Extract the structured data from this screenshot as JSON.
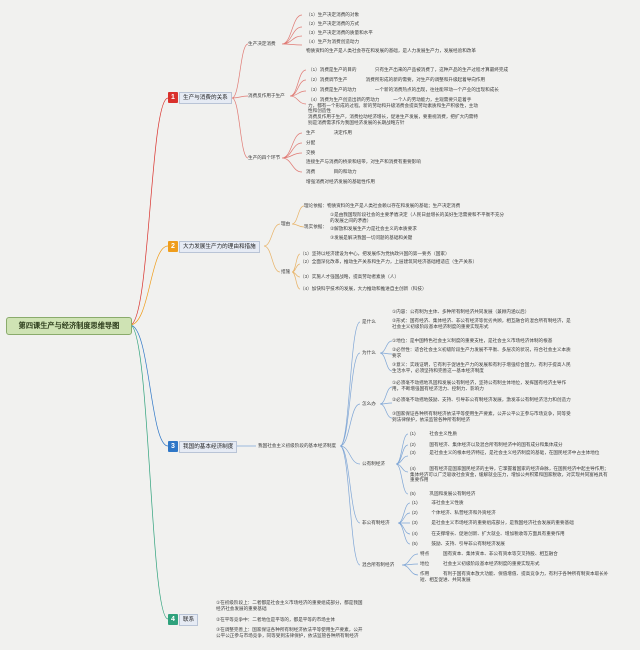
{
  "central": "第四课生产与经济制度思维导图",
  "colors": {
    "b1": "#d9302b",
    "b2": "#ef9d1c",
    "b3": "#2f77c7",
    "b4": "#2fa27c"
  },
  "b1": {
    "num": "1",
    "title": "生产与消费的关系",
    "s1": {
      "label": "生产决定消费",
      "items": [
        "（1）生产决定消费的对象",
        "（2）生产决定消费的方式",
        "（3）生产决定消费的质量和水平",
        "（4）生产为消费创造动力"
      ],
      "note": "物质资料的生产是人类社会存在和发展的基础，是人力发展生产力，发展经验和改革"
    },
    "s2": {
      "label": "消费反作用于生产",
      "items": [
        "（1）消费是生产的目的　　　　只有生产出来的产品被消费了，这种产品的生产过程才算最终完成",
        "（2）消费调节生产　　　　消费所形成的新的需要，对生产的调整和升级起着导向作用",
        "（3）消费是生产的动力　　　　一个新的消费热点的出现，往往能带动一个产业的出现和成长",
        "（4）消费为生产创造出新的劳动力　　　一个人的劳动能力，主观需要只是着手力，都有一个形成的过程。新的劳动和升级消费会提高劳动素质和生产积极性，主动性和创造性"
      ],
      "note": "消费反作用于生产，消费拉动经济增长，促进生产发展，要重视消费，把扩大内需特别是消费需求作为我国经济发展的长期战略方针"
    },
    "s3": {
      "label": "生产的四个环节",
      "items": [
        "生产　　　　决定作用",
        "分配",
        "交换",
        "消费　　　　目的和动力"
      ],
      "mid": "连接生产与消费的桥梁和纽带，对生产和消费有重要影响",
      "last": "增强消费对经济发展的基础性作用"
    }
  },
  "b2": {
    "num": "2",
    "title": "大力发展生产力的理由和措施",
    "s1": {
      "label": "理由",
      "r1": "理论依据：物质资料的生产是人类社会赖以存在和发展的基础；生产决定消费",
      "r2label": "现实依据：",
      "r2": [
        "①是由我国现阶段社会的主要矛盾决定（人民日益增长的美好生活需要和不平衡不充分的发展之间的矛盾）",
        "②解放和发展生产力是社会主义的本质要求",
        "③发展是解决我国一切问题的基础和关键"
      ]
    },
    "s2": {
      "label": "措施",
      "items": [
        "（1）坚持以经济建设为中心，把发展作为党执政兴国的第一要务（国家）",
        "（2）全面深化改革，推动生产关系和生产力，上层建筑同经济基础相适应（生产关系）",
        "（3）实施人才强国战略，提高劳动者素质（人）",
        "（4）加快科学技术的发展，大力推动和推进自主创新（科技）"
      ]
    }
  },
  "b3": {
    "num": "3",
    "title": "我国的基本经济制度",
    "hub": "我国社会主义初级阶段的基本经济制度",
    "s1": {
      "label": "是什么",
      "items": [
        "①内容：公有制为主体、多种所有制经济共同发展（兼顾内涵以后）",
        "②形式：国有经济、集体经济、非公有经济等优劣共顾，相互融合的混合所有制经济，是社会主义初级阶段基本经济制度的重要实现形式"
      ]
    },
    "s2": {
      "label": "为什么",
      "items": [
        "①地位：是中国特色社会主义制度的重要支柱，是社会主义市场经济体制的根基",
        "②必然性：适合社会主义初级阶段生产力发展不平衡、多层次的状况，符合社会主义本质要求",
        "③意义：实践证明，它有利于促进生产力的发展和有利于增强综合国力，有利于提高人民生活水平，必须坚持和完善这一基本经济制度"
      ]
    },
    "s3": {
      "label": "怎么办",
      "items": [
        "①必须毫不动摇地巩固和发展公有制经济，坚持公有制主体地位，发挥国有经济主导作用，不断增强国有经济活力、控制力、影响力",
        "②必须毫不动摇地鼓励、支持、引导非公有制经济发展，激发非公有制经济活力和创造力",
        "③国家保证各种所有制经济依法平等使用生产要素，公开公平公正参与市场竞争，同等受到法律保护，依法监管各种所有制经济"
      ]
    },
    "s4": {
      "label": "公有制经济",
      "items": [
        "(1)　　　社会主义性质",
        "(2)　　　国有经济、集体经济以及混合所有制经济中的国有成分和集体成分",
        "(3)　　　是社会主义的根本经济特征，是社会主义经济制度的基础，在国民经济中占主体地位",
        "(4)　　　国有经济是国家国民经济的主导，它掌握着国家的经济命脉，在国民经济中起主导作用；集体经济可以广泛吸收社会资金，缓解就业压力，增加公共积累和国家税收，对实现共同富裕具有重要作用",
        "(5)　　　巩固和发展公有制经济"
      ]
    },
    "s5": {
      "label": "非公有制经济",
      "items": [
        "(1)　　　非社会主义性质",
        "(2)　　　个体经济、私营经济和外资经济",
        "(3)　　　是社会主义市场经济的重要组成部分，是我国经济社会发展的重要基础",
        "(4)　　　在支撑增长、促进创新、扩大就业、增加税收等方面具有重要作用",
        "(5)　　　鼓励、支持、引导非公有制经济发展"
      ]
    },
    "s6": {
      "label": "混合所有制经济",
      "items": [
        "特点　　　国有资本、集体资本、非公有资本等交叉持股、相互融合",
        "地位　　　社会主义初级阶段基本经济制度的重要实现形式",
        "作用　　　有利于国有资本放大功能、保值增值、提高竞争力，有利于各种所有制资本取长补短、相互促进、共同发展"
      ]
    }
  },
  "b4": {
    "num": "4",
    "title": "联系",
    "items": [
      "①在初级阶段上：二者都是社会主义市场经济的重要组成部分，都是我国经济社会发展的重要基础",
      "②在平等竞争中：二者地位是平等的，都是平等的市场主体",
      "③在调整完善上：国家保证各种所有制经济依法平等使用生产要素，公开公平公正参与市场竞争，同等受到法律保护，依法监管各种所有制经济"
    ]
  }
}
